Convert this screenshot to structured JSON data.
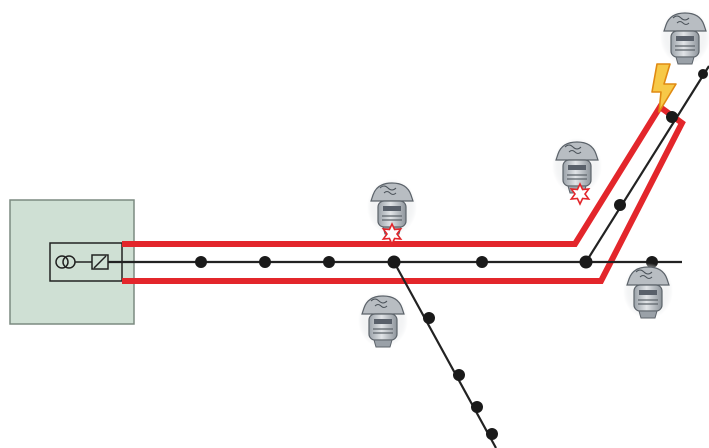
{
  "colors": {
    "background": "#ffffff",
    "substation_fill": "#cfe0d4",
    "substation_stroke": "#7b8a80",
    "line": "#222222",
    "node": "#1a1a1a",
    "highlight_path": "#e3262b",
    "fault_bolt": "#f0a91c",
    "fault_star": "#e3262b",
    "meter_body": "#c9ccd0",
    "meter_dark": "#6d747c"
  },
  "elements": {
    "substation": {
      "icon": "substation-box",
      "symbols": [
        "transformer-symbol",
        "switch-symbol"
      ]
    },
    "meters": [
      {
        "name": "smart-meter-top-right",
        "icon": "smart-meter-icon",
        "alarm": false
      },
      {
        "name": "smart-meter-upper-branch",
        "icon": "smart-meter-icon",
        "alarm": true
      },
      {
        "name": "smart-meter-main-line",
        "icon": "smart-meter-icon",
        "alarm": true
      },
      {
        "name": "smart-meter-lower-left",
        "icon": "smart-meter-icon",
        "alarm": false
      },
      {
        "name": "smart-meter-right",
        "icon": "smart-meter-icon",
        "alarm": false
      }
    ],
    "fault_indicator": {
      "icon": "lightning-bolt-icon"
    },
    "highlighted_route": {
      "icon": "red-path-outline"
    }
  }
}
